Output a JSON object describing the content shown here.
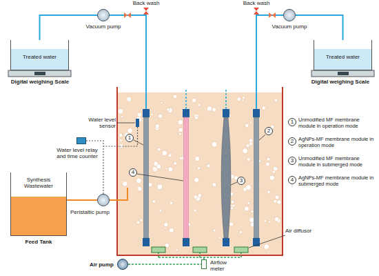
{
  "diagram": {
    "nodes": [
      {
        "text": [
          "Treated water"
        ]
      },
      {
        "text": [
          "Vacuum pump"
        ]
      },
      {
        "text": [
          "Vacuum pump"
        ]
      },
      {
        "text": [
          "Treated water"
        ]
      },
      {
        "text": [
          "Water level relay and time counter"
        ]
      },
      {
        "text": [
          "Peristaltic pump"
        ]
      },
      {
        "text": [
          "Synthesis Wastewater",
          "Feed Tank"
        ]
      },
      {
        "text": [
          "Airflow meter"
        ]
      },
      {
        "text": [
          "Air pump"
        ]
      }
    ],
    "edges": [
      {
        "from": 1,
        "to": 0,
        "arrow": "none"
      },
      {
        "from": 2,
        "to": 3,
        "arrow": "none"
      },
      {
        "from": 6,
        "to": 5,
        "arrow": "none"
      },
      {
        "from": 4,
        "to": 5,
        "arrow": "none"
      },
      {
        "from": 8,
        "to": 7,
        "arrow": "none"
      }
    ],
    "labels": [
      "Back wash",
      "Back wash",
      "Digital weighing Scale",
      "Digital weighing Scale",
      "Water level sensor",
      "1",
      "2",
      "3",
      "4",
      "1",
      "Unmodified MF membrane module in operation mode",
      "2",
      "AgNPs-MF membrane module in operation mode",
      "3",
      "Unmodified MF membrane module in submerged mode",
      "4",
      "AgNPs-MF membrane module in submerged mode",
      "Air diffusor"
    ]
  }
}
